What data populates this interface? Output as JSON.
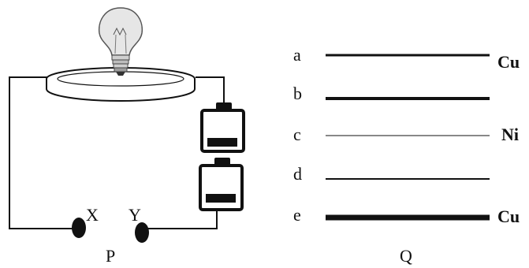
{
  "circuit": {
    "terminal_x_label": "X",
    "terminal_y_label": "Y",
    "caption": "P"
  },
  "wires": {
    "caption": "Q",
    "items": [
      {
        "label": "a",
        "material": "Cu"
      },
      {
        "label": "b",
        "material": ""
      },
      {
        "label": "c",
        "material": "Ni"
      },
      {
        "label": "d",
        "material": ""
      },
      {
        "label": "e",
        "material": "Cu"
      }
    ]
  },
  "colors": {
    "ink": "#111111",
    "bulb_glass": "#e6e6e6",
    "background": "#ffffff"
  }
}
